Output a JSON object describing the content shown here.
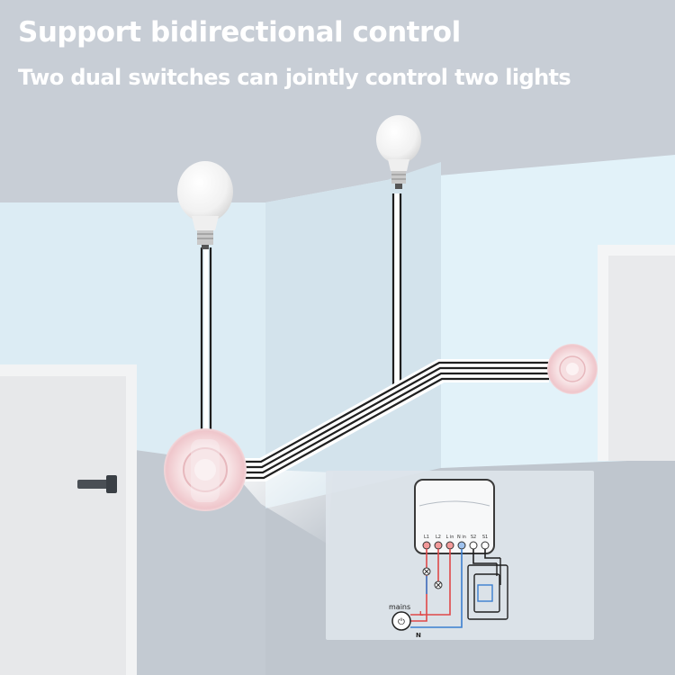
{
  "header": {
    "title": "Support bidirectional control",
    "subtitle": "Two dual switches can jointly control two lights"
  },
  "diagram": {
    "terminals": [
      "L1",
      "L2",
      "L in",
      "N in",
      "S2",
      "S1"
    ],
    "mains_label": "mains",
    "live_label": "L",
    "neutral_label": "N"
  },
  "colors": {
    "wall_top": "#c5ccd4",
    "wall_light": "#e3f3fa",
    "wire_live": "#e04848",
    "wire_neutral": "#3b7fd0",
    "wire_dark": "#202020"
  }
}
